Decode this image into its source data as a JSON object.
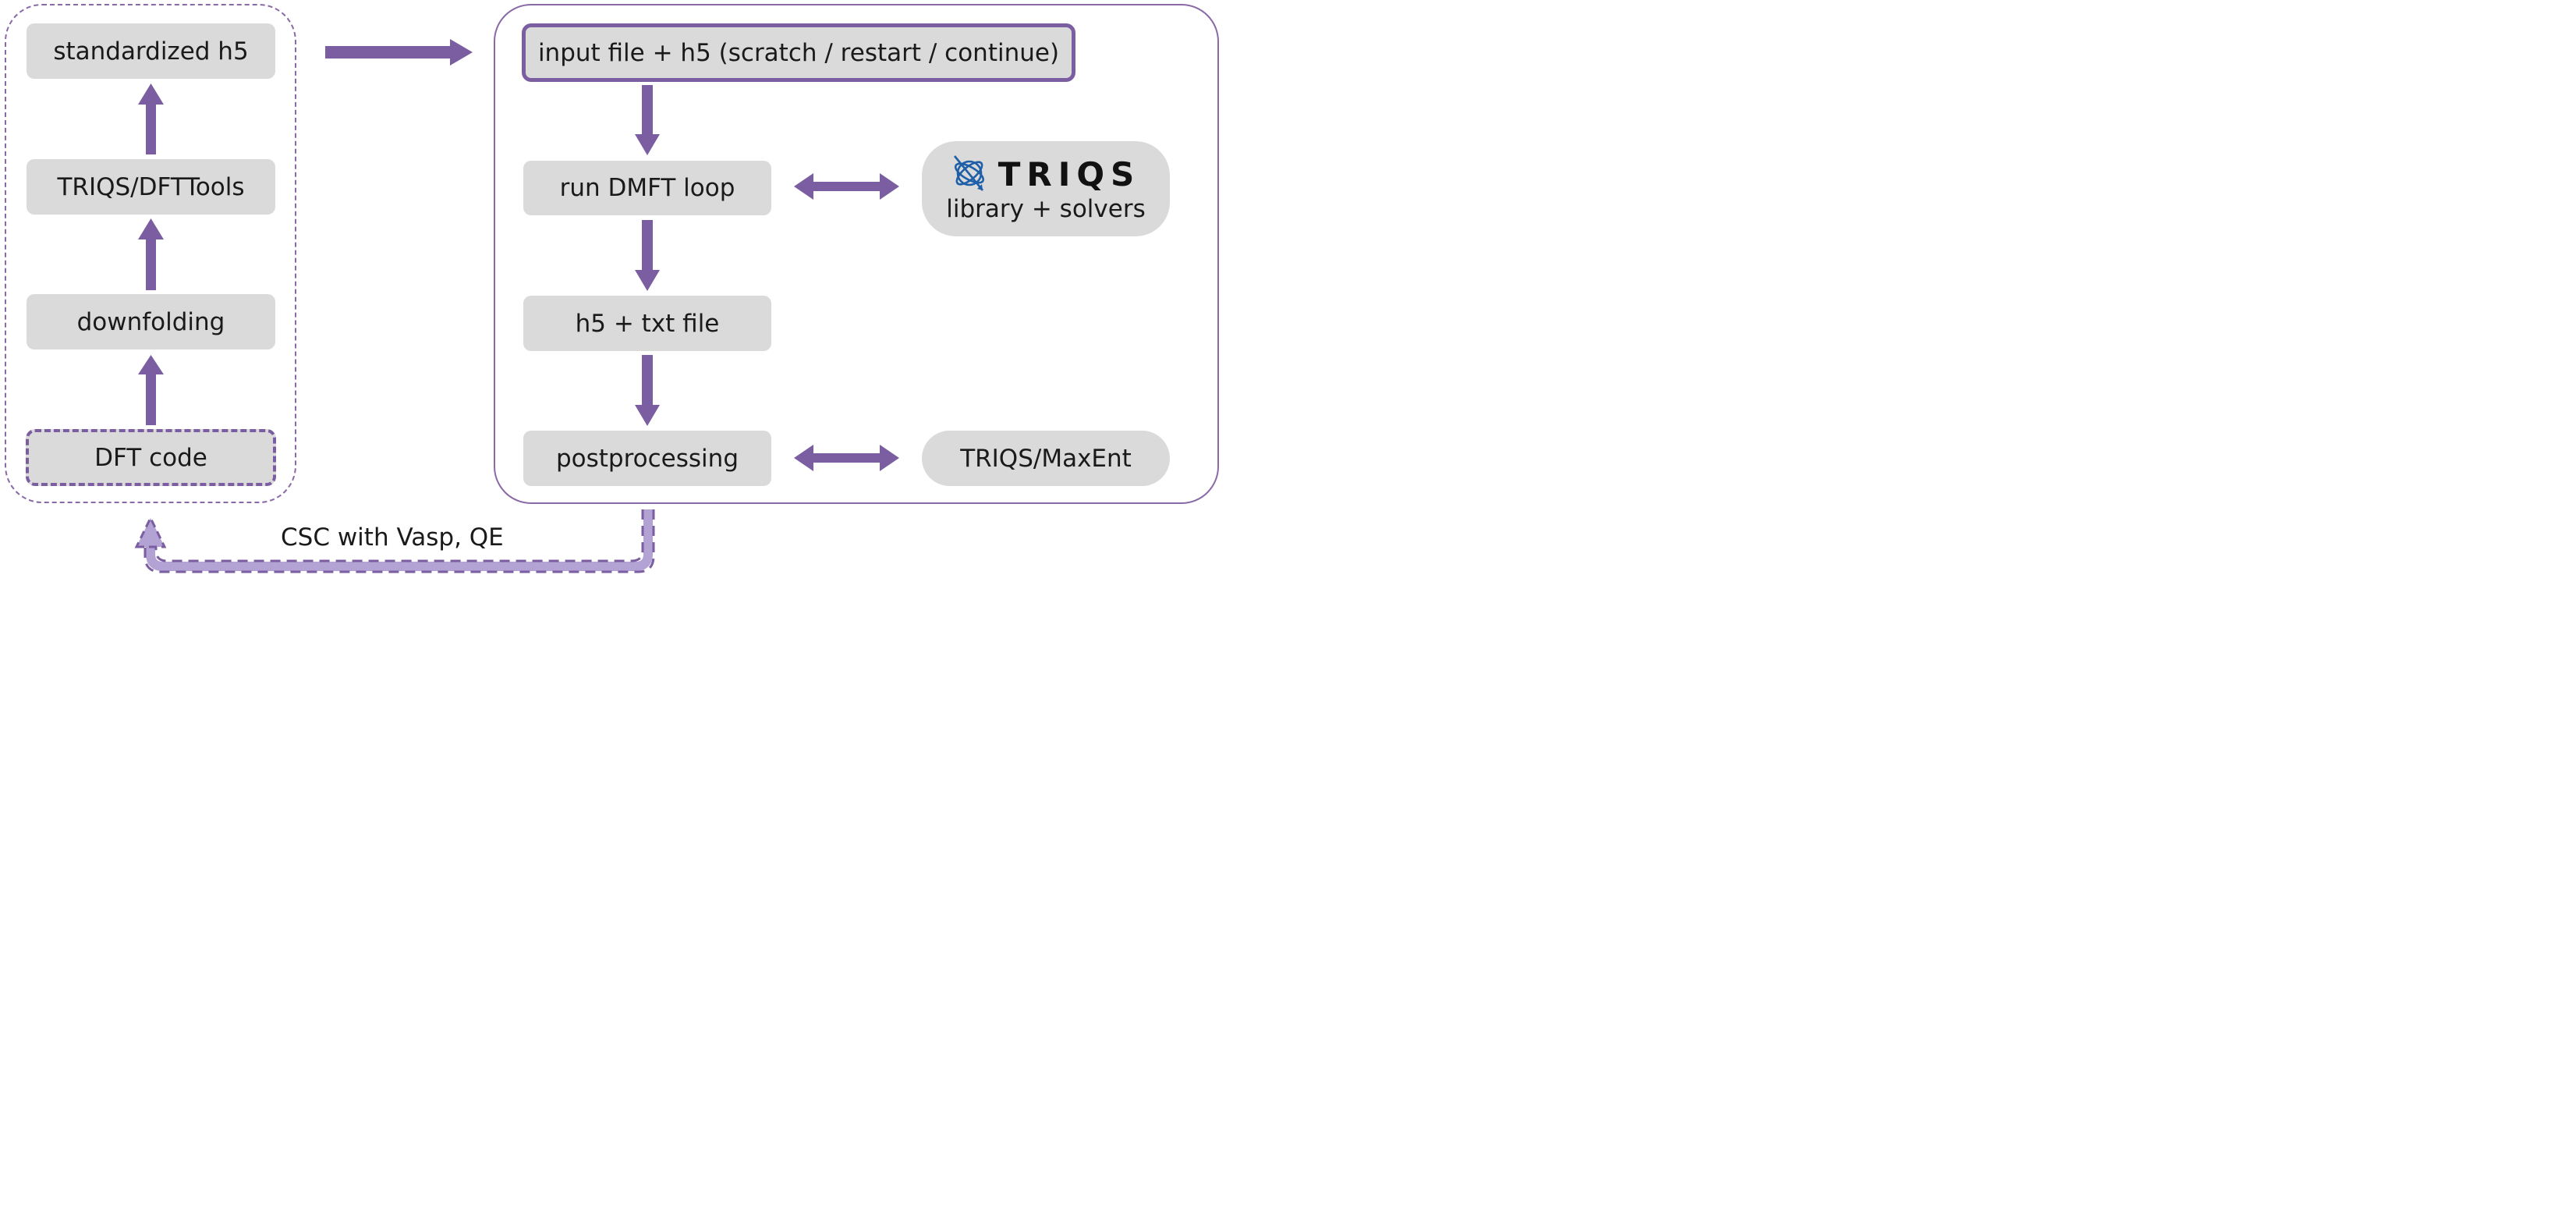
{
  "left_stack": {
    "standardized": "standardized h5",
    "dfttools": "TRIQS/DFTTools",
    "downfolding": "downfolding",
    "dft_code": "DFT code"
  },
  "right_flow": {
    "input": "input file + h5 (scratch / restart / continue)",
    "run_dmft": "run DMFT loop",
    "h5_txt": "h5 + txt file",
    "postprocessing": "postprocessing"
  },
  "side": {
    "triqs_brand": "TRIQS",
    "triqs_sub": "library + solvers",
    "maxent": "TRIQS/MaxEnt"
  },
  "feedback": {
    "label": "CSC with Vasp, QE"
  },
  "colors": {
    "arrow": "#7b5ea1",
    "arrow_light": "#b3a2d4",
    "box_fill": "#dadada",
    "logo_blue": "#1f5fa8"
  }
}
